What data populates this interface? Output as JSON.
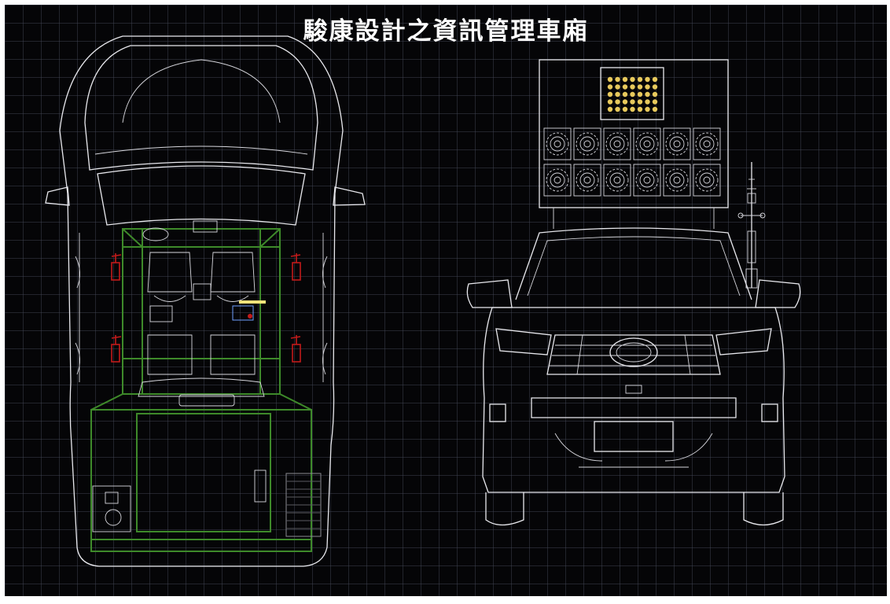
{
  "title": "駿康設計之資訊管理車廂",
  "colors": {
    "background": "#050507",
    "grid": "#464a58",
    "lineart": "#e9e9ee",
    "frame": "#3e8a2a",
    "extinguisher": "#c21a1a",
    "led": "#e7c95c",
    "accent_bar": "#f2e37a"
  },
  "views": [
    {
      "id": "top-view",
      "depicts": "vehicle-top-plan"
    },
    {
      "id": "front-view",
      "depicts": "vehicle-front-elevation"
    }
  ],
  "equipment": {
    "speaker_rows": 2,
    "speakers_per_row": 6,
    "led_rows": 5,
    "led_cols": 7,
    "fire_extinguishers": 4
  }
}
